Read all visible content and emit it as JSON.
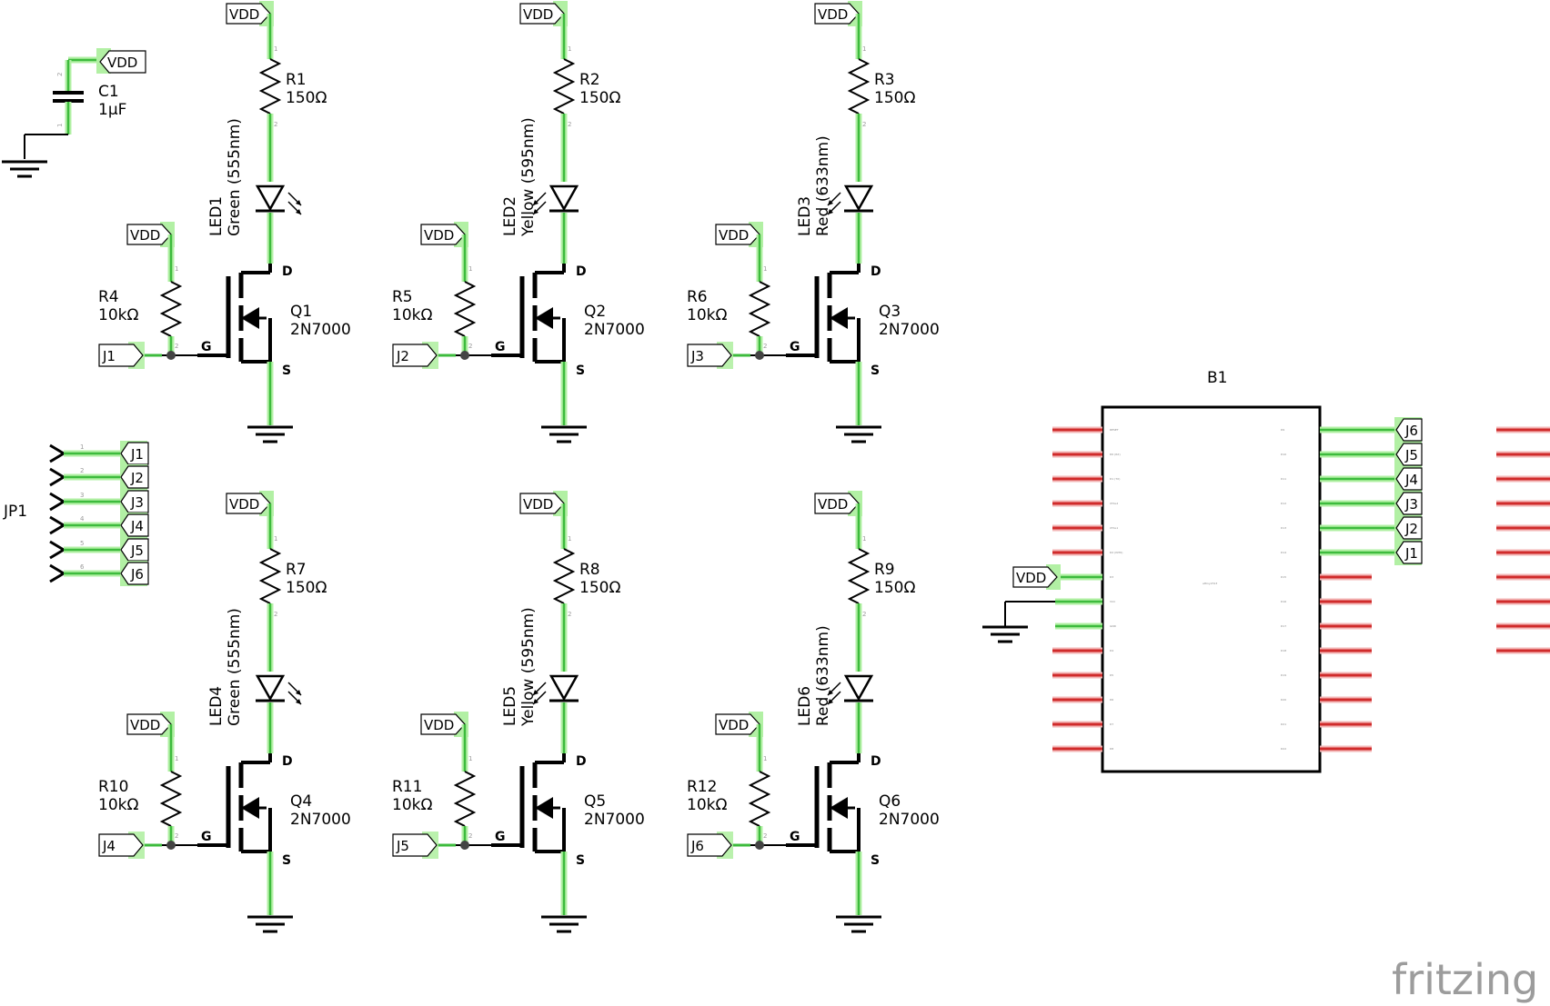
{
  "caps": [
    {
      "ref": "C1",
      "value": "1µF",
      "net": "VDD"
    }
  ],
  "led_cells": [
    {
      "r_ref": "R1",
      "r_val": "150Ω",
      "led": "LED1",
      "color": "Green (555nm)",
      "rg_ref": "R4",
      "rg_val": "10kΩ",
      "q": "Q1",
      "part": "2N7000",
      "j": "J1",
      "vdd": "VDD"
    },
    {
      "r_ref": "R2",
      "r_val": "150Ω",
      "led": "LED2",
      "color": "Yellow (595nm)",
      "rg_ref": "R5",
      "rg_val": "10kΩ",
      "q": "Q2",
      "part": "2N7000",
      "j": "J2",
      "vdd": "VDD"
    },
    {
      "r_ref": "R3",
      "r_val": "150Ω",
      "led": "LED3",
      "color": "Red (633nm)",
      "rg_ref": "R6",
      "rg_val": "10kΩ",
      "q": "Q3",
      "part": "2N7000",
      "j": "J3",
      "vdd": "VDD"
    },
    {
      "r_ref": "R7",
      "r_val": "150Ω",
      "led": "LED4",
      "color": "Green (555nm)",
      "rg_ref": "R10",
      "rg_val": "10kΩ",
      "q": "Q4",
      "part": "2N7000",
      "j": "J4",
      "vdd": "VDD"
    },
    {
      "r_ref": "R8",
      "r_val": "150Ω",
      "led": "LED5",
      "color": "Yellow (595nm)",
      "rg_ref": "R11",
      "rg_val": "10kΩ",
      "q": "Q5",
      "part": "2N7000",
      "j": "J5",
      "vdd": "VDD"
    },
    {
      "r_ref": "R9",
      "r_val": "150Ω",
      "led": "LED6",
      "color": "Red (633nm)",
      "rg_ref": "R12",
      "rg_val": "10kΩ",
      "q": "Q6",
      "part": "2N7000",
      "j": "J6",
      "vdd": "VDD"
    }
  ],
  "mosfet_pins": {
    "gate": "G",
    "drain": "D",
    "source": "S"
  },
  "pin_numbers": {
    "one": "1",
    "two": "2"
  },
  "header": {
    "ref": "JP1",
    "pins": [
      "J1",
      "J2",
      "J3",
      "J4",
      "J5",
      "J6"
    ],
    "pin_numbers": [
      "1",
      "2",
      "3",
      "4",
      "5",
      "6"
    ]
  },
  "mcu": {
    "ref": "B1",
    "part": "attiny2313",
    "left_pins": [
      "RESET",
      "D0 (RX)",
      "D1 (TX)",
      "XTAL2",
      "XTAL1",
      "D2 (INT0)",
      "D3",
      "VCC",
      "GND",
      "D4",
      "D5",
      "D6",
      "D7",
      "D8"
    ],
    "right_pins": [
      "D9",
      "D10",
      "D11",
      "D12",
      "D13",
      "D14",
      "D15",
      "D16",
      "D17",
      "D18",
      "D19",
      "D20",
      "D21",
      "D22"
    ],
    "port_labels": [
      "J6",
      "J5",
      "J4",
      "J3",
      "J2",
      "J1"
    ],
    "vdd": "VDD"
  },
  "watermark": "fritzing",
  "colors": {
    "wire": "#000000",
    "connected": "#3dbb3d",
    "connected_halo": "#b2f0a4",
    "unconnected": "#d02b2b",
    "unconnected_halo": "#f3b6b6"
  }
}
